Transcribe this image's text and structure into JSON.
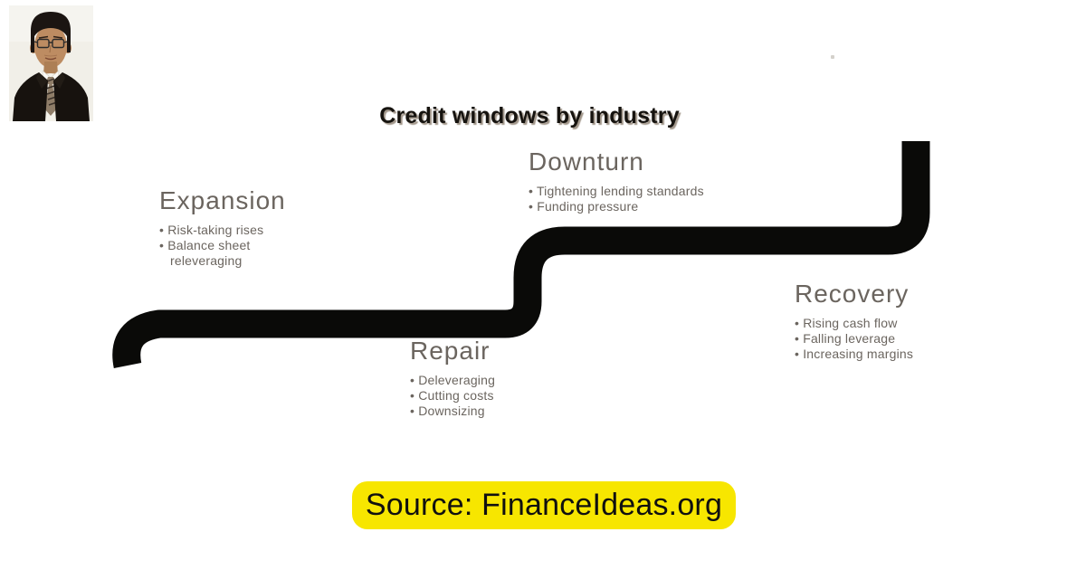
{
  "page": {
    "background": "#ffffff"
  },
  "title": {
    "text": "Credit windows by industry",
    "color": "#16130f",
    "shadow_color": "#928577"
  },
  "phases": [
    {
      "id": "expansion",
      "label": "Expansion",
      "bullets": [
        "Risk-taking rises",
        "Balance sheet releveraging"
      ]
    },
    {
      "id": "downturn",
      "label": "Downturn",
      "bullets": [
        "Tightening lending standards",
        "Funding pressure"
      ]
    },
    {
      "id": "repair",
      "label": "Repair",
      "bullets": [
        "Deleveraging",
        "Cutting costs",
        "Downsizing"
      ]
    },
    {
      "id": "recovery",
      "label": "Recovery",
      "bullets": [
        "Rising cash flow",
        "Falling leverage",
        "Increasing margins"
      ]
    }
  ],
  "source_badge": {
    "text": "Source: FinanceIdeas.org",
    "background": "#f7e600",
    "text_color": "#101010"
  },
  "colors": {
    "phase_text": "#6b655f",
    "cycle_line": "#0a0a08"
  },
  "icons": {
    "headshot": "author-headshot-photo"
  }
}
